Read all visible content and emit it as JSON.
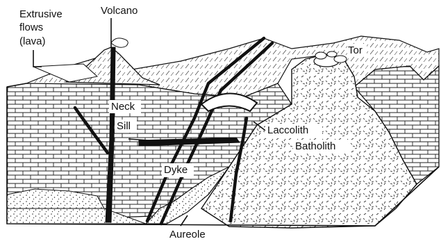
{
  "labels": {
    "extrusive_flows": [
      "Extrusive",
      "flows",
      "(lava)"
    ],
    "volcano": "Volcano",
    "tor": "Tor",
    "neck": "Neck",
    "sill": "Sill",
    "laccolith": "Laccolith",
    "batholith": "Batholith",
    "dyke": "Dyke",
    "aureole": "Aureole"
  },
  "colors": {
    "ink": "#111111",
    "paper": "#ffffff"
  }
}
